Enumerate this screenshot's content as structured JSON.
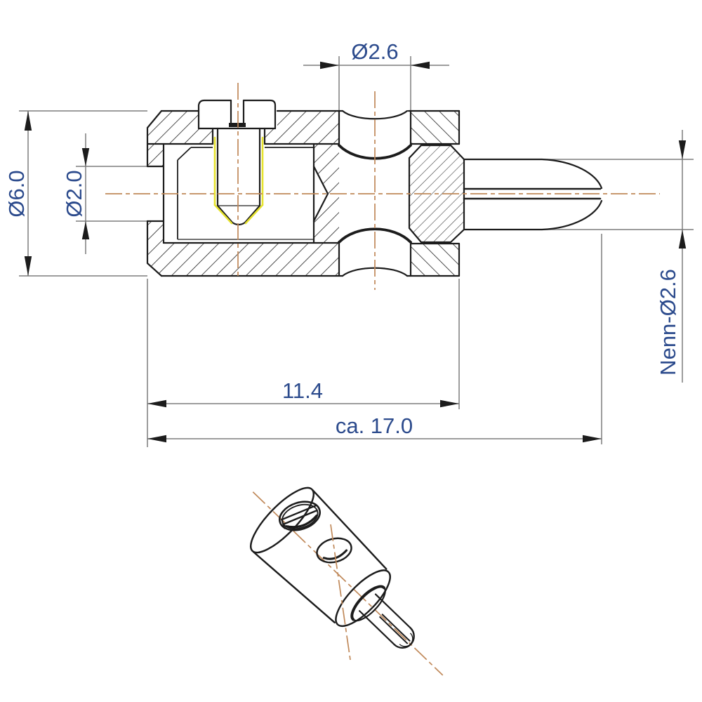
{
  "drawing": {
    "type": "technical-drawing",
    "views": {
      "main": "section-view",
      "secondary": "isometric-view"
    },
    "dimension_labels": {
      "cross_hole_diameter": "Ø2.6",
      "body_diameter": "Ø6.0",
      "bore_diameter": "Ø2.0",
      "pin_nominal_diameter": "Nenn-Ø2.6",
      "body_length": "11.4",
      "overall_length": "ca. 17.0"
    },
    "colors": {
      "outline": "#1c1c1c",
      "thin_line": "#7d7d7d",
      "centerline": "#c0895a",
      "thread_highlight": "#e6e32e",
      "dimension_text": "#2b4a8c",
      "background": "#ffffff"
    }
  }
}
